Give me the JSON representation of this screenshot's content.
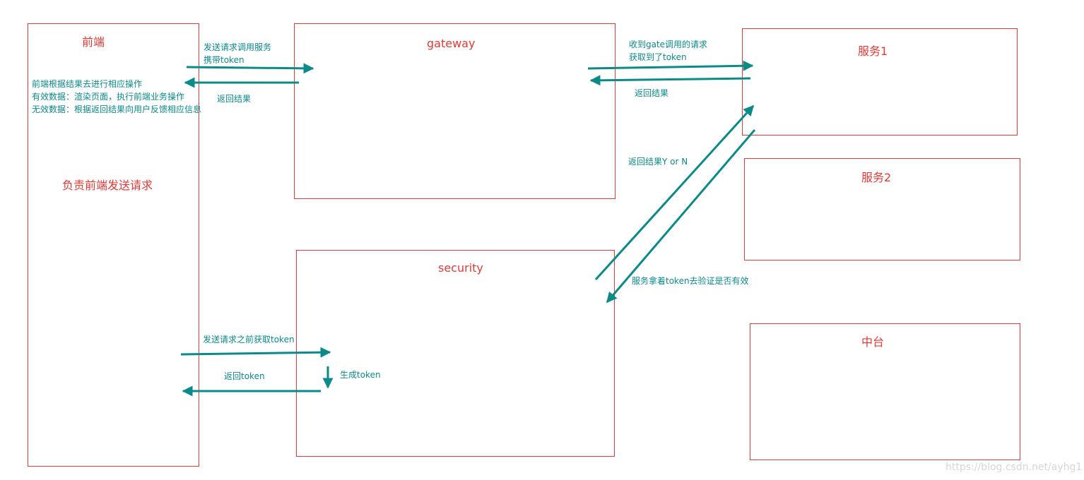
{
  "boxes": {
    "frontend": {
      "title": "前端",
      "subtitle": "负责前端发送请求"
    },
    "gateway": {
      "title": "gateway"
    },
    "security": {
      "title": "security"
    },
    "service1": {
      "title": "服务1"
    },
    "service2": {
      "title": "服务2"
    },
    "middle": {
      "title": "中台"
    }
  },
  "labels": {
    "send_request": [
      "发送请求调用服务",
      "携带token"
    ],
    "frontend_handling": [
      "前端根据结果去进行相应操作",
      "有效数据：渲染页面，执行前端业务操作",
      "无效数据：根据返回结果向用户反馈相应信息"
    ],
    "return_result_gateway": "返回结果",
    "gateway_to_service": [
      "收到gate调用的请求",
      "获取到了token"
    ],
    "return_result_service": "返回结果",
    "return_yn": "返回结果Y or N",
    "verify_token": "服务拿着token去验证是否有效",
    "get_token_before": "发送请求之前获取token",
    "return_token": "返回token",
    "generate_token": "生成token"
  },
  "watermark": "https://blog.csdn.net/ayhg1",
  "colors": {
    "box_border": "#e53935",
    "title": "#e53935",
    "arrow": "#0b8a8a",
    "label": "#0b8a8a"
  }
}
